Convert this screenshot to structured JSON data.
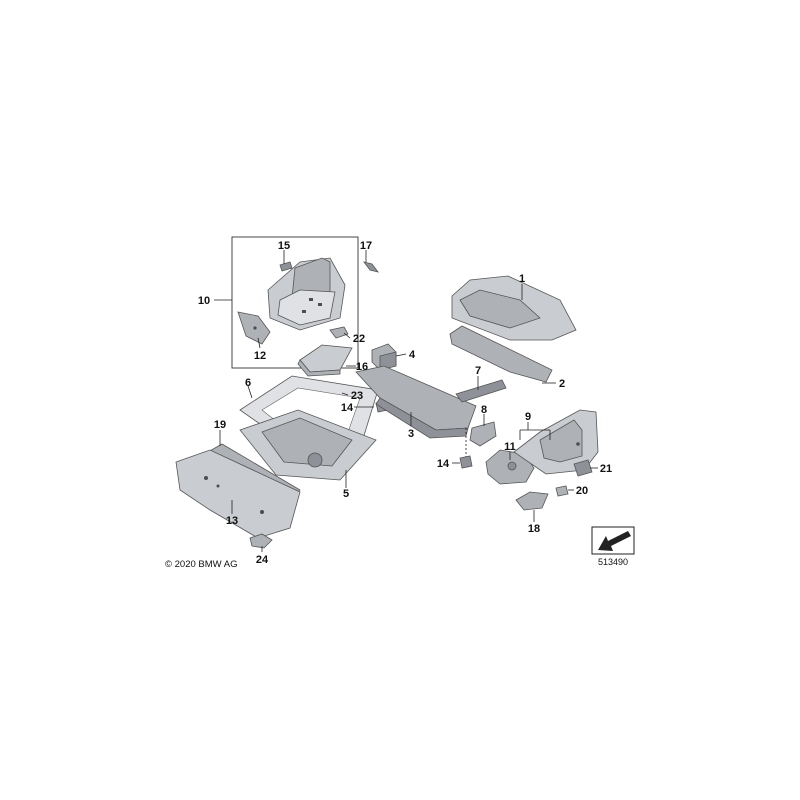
{
  "copyright": "© 2020 BMW AG",
  "document_number": "513490",
  "callouts": [
    {
      "id": "1",
      "label": "1"
    },
    {
      "id": "2",
      "label": "2"
    },
    {
      "id": "3",
      "label": "3"
    },
    {
      "id": "4",
      "label": "4"
    },
    {
      "id": "5",
      "label": "5"
    },
    {
      "id": "6",
      "label": "6"
    },
    {
      "id": "7",
      "label": "7"
    },
    {
      "id": "8",
      "label": "8"
    },
    {
      "id": "9",
      "label": "9"
    },
    {
      "id": "10",
      "label": "10"
    },
    {
      "id": "11",
      "label": "11"
    },
    {
      "id": "12",
      "label": "12"
    },
    {
      "id": "13",
      "label": "13"
    },
    {
      "id": "14a",
      "label": "14"
    },
    {
      "id": "14b",
      "label": "14"
    },
    {
      "id": "15",
      "label": "15"
    },
    {
      "id": "16",
      "label": "16"
    },
    {
      "id": "17",
      "label": "17"
    },
    {
      "id": "18",
      "label": "18"
    },
    {
      "id": "19",
      "label": "19"
    },
    {
      "id": "20",
      "label": "20"
    },
    {
      "id": "21",
      "label": "21"
    },
    {
      "id": "22",
      "label": "22"
    },
    {
      "id": "23",
      "label": "23"
    },
    {
      "id": "24",
      "label": "24"
    }
  ]
}
